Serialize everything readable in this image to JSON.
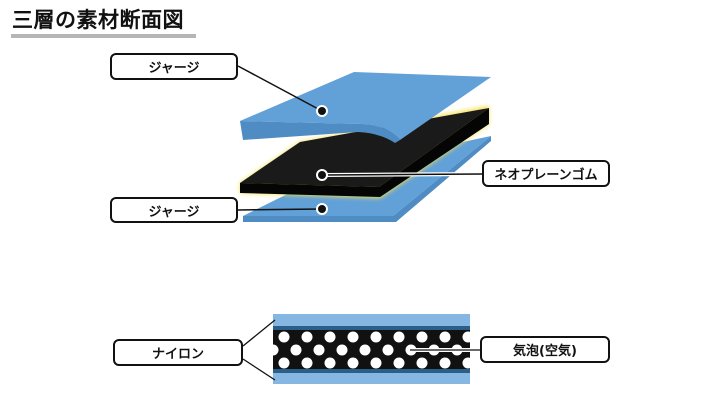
{
  "title": "三層の素材断面図",
  "upper_diagram": {
    "labels": {
      "top_layer": "ジャージ",
      "middle_layer": "ネオプレーンゴム",
      "bottom_layer": "ジャージ"
    }
  },
  "lower_diagram": {
    "labels": {
      "outer_layers": "ナイロン",
      "bubbles": "気泡(空気)"
    }
  },
  "colors": {
    "jersey": "#5b9bd5",
    "neoprene": "#111111",
    "glow": "#f4e04d",
    "nylon_light": "#7fb2e0",
    "nylon_dark": "#2a5f8a"
  }
}
